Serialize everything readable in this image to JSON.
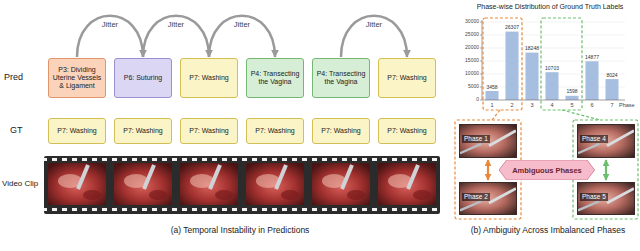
{
  "diagram": {
    "nodes": [
      {
        "text": [
          "P3: Dividing Uterine Vessels & Ligament"
        ]
      },
      {
        "text": [
          "P6: Suturing"
        ]
      },
      {
        "text": [
          "P7: Washing"
        ]
      },
      {
        "text": [
          "P4: Transecting the Vagina"
        ]
      },
      {
        "text": [
          "P4: Transecting the Vagina"
        ]
      },
      {
        "text": [
          "P7: Washing"
        ]
      },
      {
        "text": [
          "P7: Washing"
        ]
      },
      {
        "text": [
          "P7: Washing"
        ]
      },
      {
        "text": [
          "P7: Washing"
        ]
      },
      {
        "text": [
          "P7: Washing"
        ]
      },
      {
        "text": [
          "P7: Washing"
        ]
      },
      {
        "text": [
          "P7: Washing"
        ]
      },
      {
        "text": [
          "Phase 1"
        ]
      },
      {
        "text": [
          "Phase 2"
        ]
      },
      {
        "text": [
          "Phase 4"
        ]
      },
      {
        "text": [
          "Phase 5"
        ]
      },
      {
        "text": [
          "Ambiguous Phases"
        ]
      }
    ],
    "edges": [
      {
        "from": 0,
        "to": 1,
        "arrow": "to",
        "label": "Jitter"
      },
      {
        "from": 1,
        "to": 2,
        "arrow": "to",
        "label": "Jitter"
      },
      {
        "from": 2,
        "to": 3,
        "arrow": "to",
        "label": "Jitter"
      },
      {
        "from": 4,
        "to": 5,
        "arrow": "to",
        "label": "Jitter"
      },
      {
        "from": 12,
        "to": 13,
        "arrow": "both"
      },
      {
        "from": 14,
        "to": 15,
        "arrow": "both"
      }
    ],
    "labels": [
      "Pred",
      "GT",
      "Video Clip",
      "(a) Temporal Instability in Predictions",
      "Phase-wise Distribution of Ground Truth Labels",
      "0",
      "5000",
      "10000",
      "15000",
      "20000",
      "25000",
      "30000",
      "3458",
      "26307",
      "18248",
      "10703",
      "1598",
      "14877",
      "8024",
      "1",
      "2",
      "3",
      "4",
      "5",
      "6",
      "7",
      "Phase",
      "(b) Ambiguity Across Imbalanced Phases"
    ]
  }
}
